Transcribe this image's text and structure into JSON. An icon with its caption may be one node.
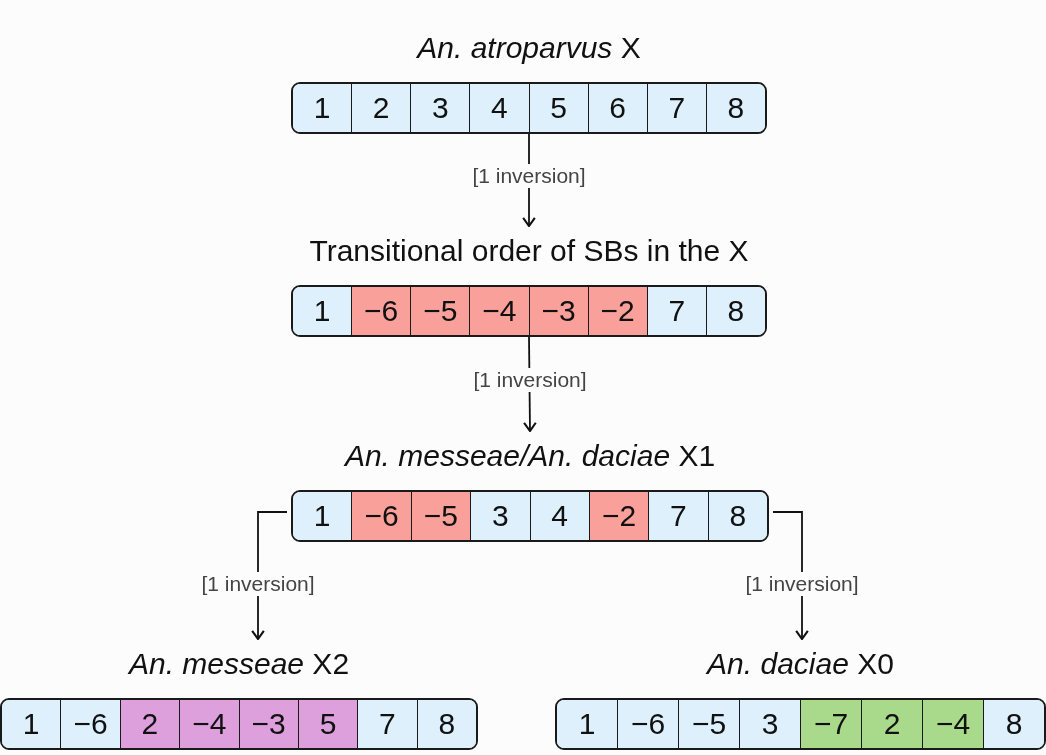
{
  "diagram": {
    "nodes": [
      {
        "text": [
          "*An. atroparvus* X"
        ]
      },
      {
        "text": [
          "1"
        ],
        "in": 0
      },
      {
        "text": [
          "2"
        ],
        "in": 0
      },
      {
        "text": [
          "3"
        ],
        "in": 0
      },
      {
        "text": [
          "4"
        ],
        "in": 0
      },
      {
        "text": [
          "5"
        ],
        "in": 0
      },
      {
        "text": [
          "6"
        ],
        "in": 0
      },
      {
        "text": [
          "7"
        ],
        "in": 0
      },
      {
        "text": [
          "8"
        ],
        "in": 0
      },
      {
        "text": [
          "Transitional order of SBs in the X"
        ]
      },
      {
        "text": [
          "1"
        ],
        "in": 9
      },
      {
        "text": [
          "−6"
        ],
        "in": 9
      },
      {
        "text": [
          "−5"
        ],
        "in": 9
      },
      {
        "text": [
          "−4"
        ],
        "in": 9
      },
      {
        "text": [
          "−3"
        ],
        "in": 9
      },
      {
        "text": [
          "−2"
        ],
        "in": 9
      },
      {
        "text": [
          "7"
        ],
        "in": 9
      },
      {
        "text": [
          "8"
        ],
        "in": 9
      },
      {
        "text": [
          "*An. messeae/An. daciae* X1"
        ]
      },
      {
        "text": [
          "1"
        ],
        "in": 18
      },
      {
        "text": [
          "−6"
        ],
        "in": 18
      },
      {
        "text": [
          "−5"
        ],
        "in": 18
      },
      {
        "text": [
          "3"
        ],
        "in": 18
      },
      {
        "text": [
          "4"
        ],
        "in": 18
      },
      {
        "text": [
          "−2"
        ],
        "in": 18
      },
      {
        "text": [
          "7"
        ],
        "in": 18
      },
      {
        "text": [
          "8"
        ],
        "in": 18
      },
      {
        "text": [
          "*An. messeae* X2"
        ]
      },
      {
        "text": [
          "1"
        ],
        "in": 27
      },
      {
        "text": [
          "−6"
        ],
        "in": 27
      },
      {
        "text": [
          "2"
        ],
        "in": 27
      },
      {
        "text": [
          "−4"
        ],
        "in": 27
      },
      {
        "text": [
          "−3"
        ],
        "in": 27
      },
      {
        "text": [
          "5"
        ],
        "in": 27
      },
      {
        "text": [
          "7"
        ],
        "in": 27
      },
      {
        "text": [
          "8"
        ],
        "in": 27
      },
      {
        "text": [
          "*An. daciae* X0"
        ]
      },
      {
        "text": [
          "1"
        ],
        "in": 36
      },
      {
        "text": [
          "−6"
        ],
        "in": 36
      },
      {
        "text": [
          "−5"
        ],
        "in": 36
      },
      {
        "text": [
          "3"
        ],
        "in": 36
      },
      {
        "text": [
          "−7"
        ],
        "in": 36
      },
      {
        "text": [
          "2"
        ],
        "in": 36
      },
      {
        "text": [
          "−4"
        ],
        "in": 36
      },
      {
        "text": [
          "8"
        ],
        "in": 36
      }
    ],
    "edges": [
      {
        "from": 0,
        "to": 9,
        "arrow": "to",
        "label": "[1 inversion]"
      },
      {
        "from": 9,
        "to": 18,
        "arrow": "to",
        "label": "[1 inversion]"
      },
      {
        "from": 18,
        "to": 27,
        "arrow": "to",
        "label": "[1 inversion]"
      },
      {
        "from": 18,
        "to": 36,
        "arrow": "to",
        "label": "[1 inversion]"
      }
    ]
  }
}
